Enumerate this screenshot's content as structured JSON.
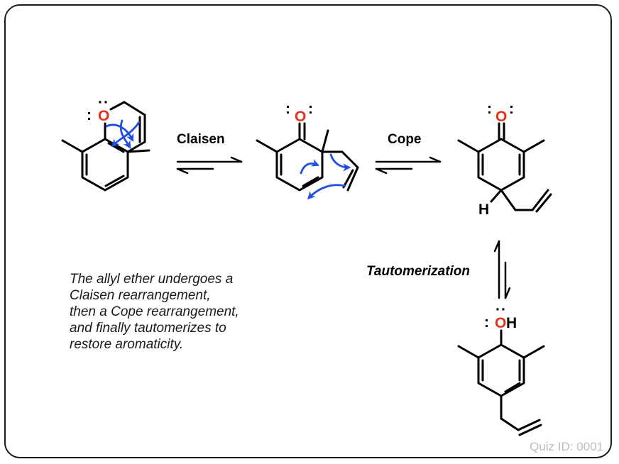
{
  "labels": {
    "claisen": "Claisen",
    "cope": "Cope",
    "tautomerization": "Tautomerization"
  },
  "atoms": {
    "oxygen": "O",
    "hydrogen": "H",
    "lone_pair": ":",
    "lone_pair_dots": "··"
  },
  "caption": [
    "The allyl ether undergoes a",
    "Claisen rearrangement,",
    "then a Cope rearrangement,",
    "and finally tautomerizes to",
    "restore aromaticity."
  ],
  "quiz_id": "Quiz ID: 0001",
  "colors": {
    "oxygen": "#e8311a",
    "arrow_push": "#1f4ee0",
    "bond": "#000000",
    "quiz_id": "#bdbdbd"
  }
}
